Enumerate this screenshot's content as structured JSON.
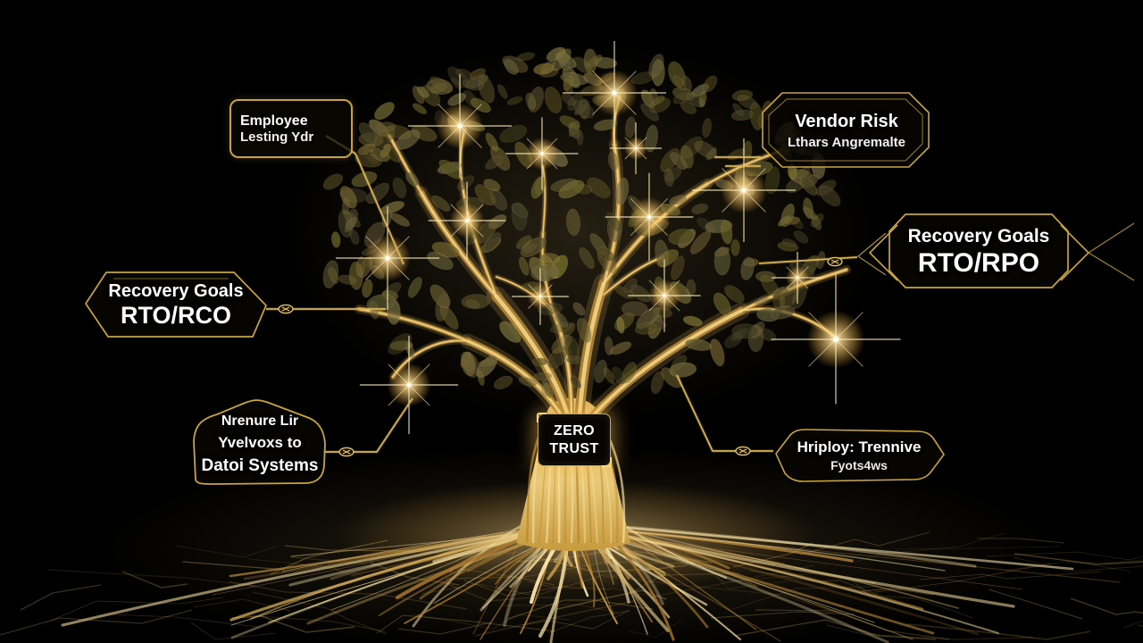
{
  "scene": {
    "badge": {
      "line1": "ZERO",
      "line2": "TRUST"
    },
    "callouts": {
      "employee": {
        "lines": [
          "Employee",
          "Lesting Ydr"
        ]
      },
      "vendor": {
        "lines": [
          "Vendor Risk",
          "Lthars Angremalte"
        ]
      },
      "recovery_right": {
        "lines": [
          "Recovery Goals",
          "RTO/RPO"
        ]
      },
      "recovery_left": {
        "lines": [
          "Recovery Goals",
          "RTO/RCO"
        ]
      },
      "network": {
        "lines": [
          "Nrenure Lir",
          "Yvelvoxs to",
          "Datoi Systems"
        ]
      },
      "employ": {
        "lines": [
          "Hriploy: Trennive",
          "Fyots4ws"
        ]
      }
    },
    "colors": {
      "background": "#000000",
      "gold_frame": "#c9a43c",
      "gold_bright": "#ffd978",
      "glow": "#ffb93c",
      "text": "#ffffff"
    },
    "icons": {
      "connector_knot": "braided-knot",
      "glow_star": "four-point-star"
    }
  }
}
